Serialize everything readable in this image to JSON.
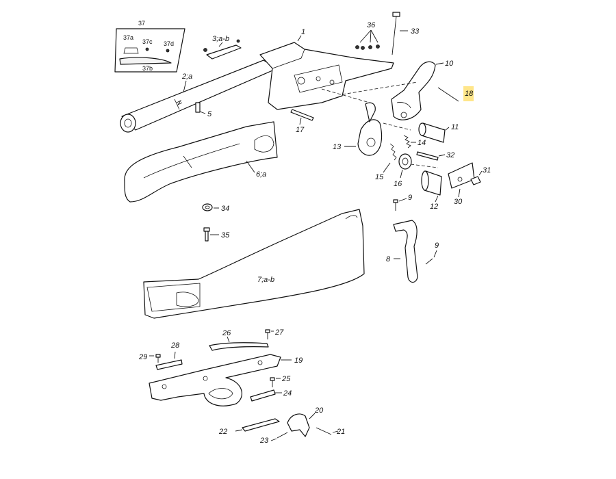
{
  "labels": {
    "l1": "1",
    "l2a": "2;a",
    "l3ab": "3;a-b",
    "l5": "5",
    "l6a": "6;a",
    "l7ab": "7;a-b",
    "l8": "8",
    "l9a": "9",
    "l9b": "9",
    "l10": "10",
    "l11": "11",
    "l12": "12",
    "l13": "13",
    "l14": "14",
    "l15": "15",
    "l16": "16",
    "l17": "17",
    "l18": "18",
    "l19": "19",
    "l20": "20",
    "l21": "21",
    "l22": "22",
    "l23": "23",
    "l24": "24",
    "l25": "25",
    "l26": "26",
    "l27": "27",
    "l28": "28",
    "l29": "29",
    "l30": "30",
    "l31": "31",
    "l32": "32",
    "l33": "33",
    "l34": "34",
    "l35": "35",
    "l36": "36",
    "l37": "37",
    "l37a": "37a",
    "l37b": "37b",
    "l37c": "37c",
    "l37d": "37d"
  },
  "colors": {
    "highlight": "#ffe68a",
    "line": "#111111"
  }
}
